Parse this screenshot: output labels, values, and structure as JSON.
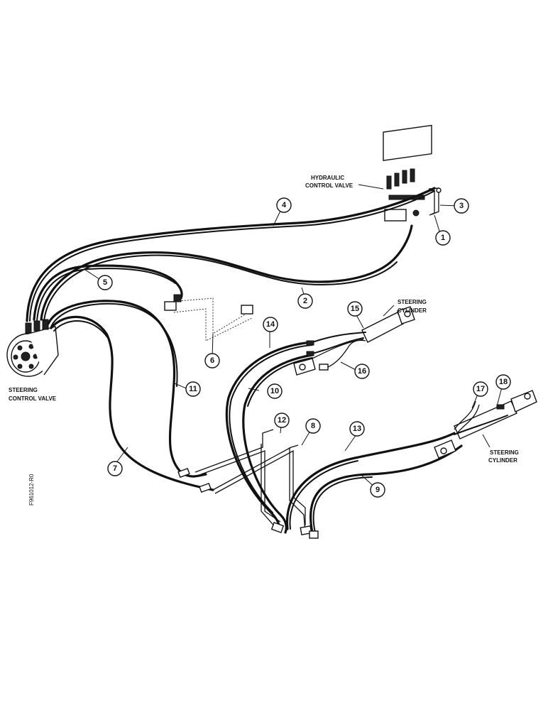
{
  "labels": {
    "hydraulic_control_valve": [
      "HYDRAULIC",
      "CONTROL VALVE"
    ],
    "steering_control_valve": [
      "STEERING",
      "CONTROL VALVE"
    ],
    "steering_cylinder_upper": [
      "STEERING",
      "CYLINDER"
    ],
    "steering_cylinder_lower": [
      "STEERING",
      "CYLINDER"
    ]
  },
  "figure_code": "F961012-R0",
  "callouts": [
    "1",
    "2",
    "3",
    "4",
    "5",
    "6",
    "7",
    "8",
    "9",
    "10",
    "11",
    "12",
    "13",
    "14",
    "15",
    "16",
    "17",
    "18"
  ]
}
